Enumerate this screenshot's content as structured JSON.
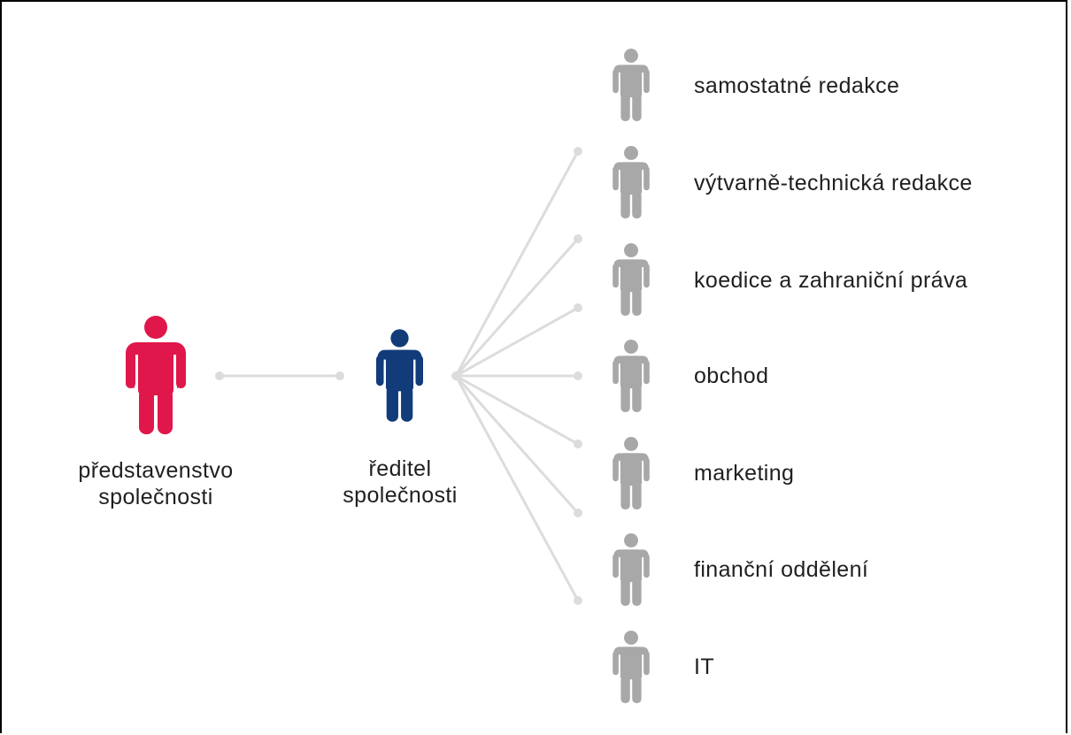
{
  "board": {
    "label_line1": "představenstvo",
    "label_line2": "společnosti"
  },
  "director": {
    "label_line1": "ředitel",
    "label_line2": "společnosti"
  },
  "departments": [
    "samostatné redakce",
    "výtvarně-technická redakce",
    "koedice a zahraniční práva",
    "obchod",
    "marketing",
    "finanční oddělení",
    "IT"
  ],
  "colors": {
    "board": "#e0174a",
    "director": "#123b7a",
    "department": "#a8a8a8",
    "connector": "#dcdcdc"
  },
  "icons": {
    "person": "person-icon"
  }
}
